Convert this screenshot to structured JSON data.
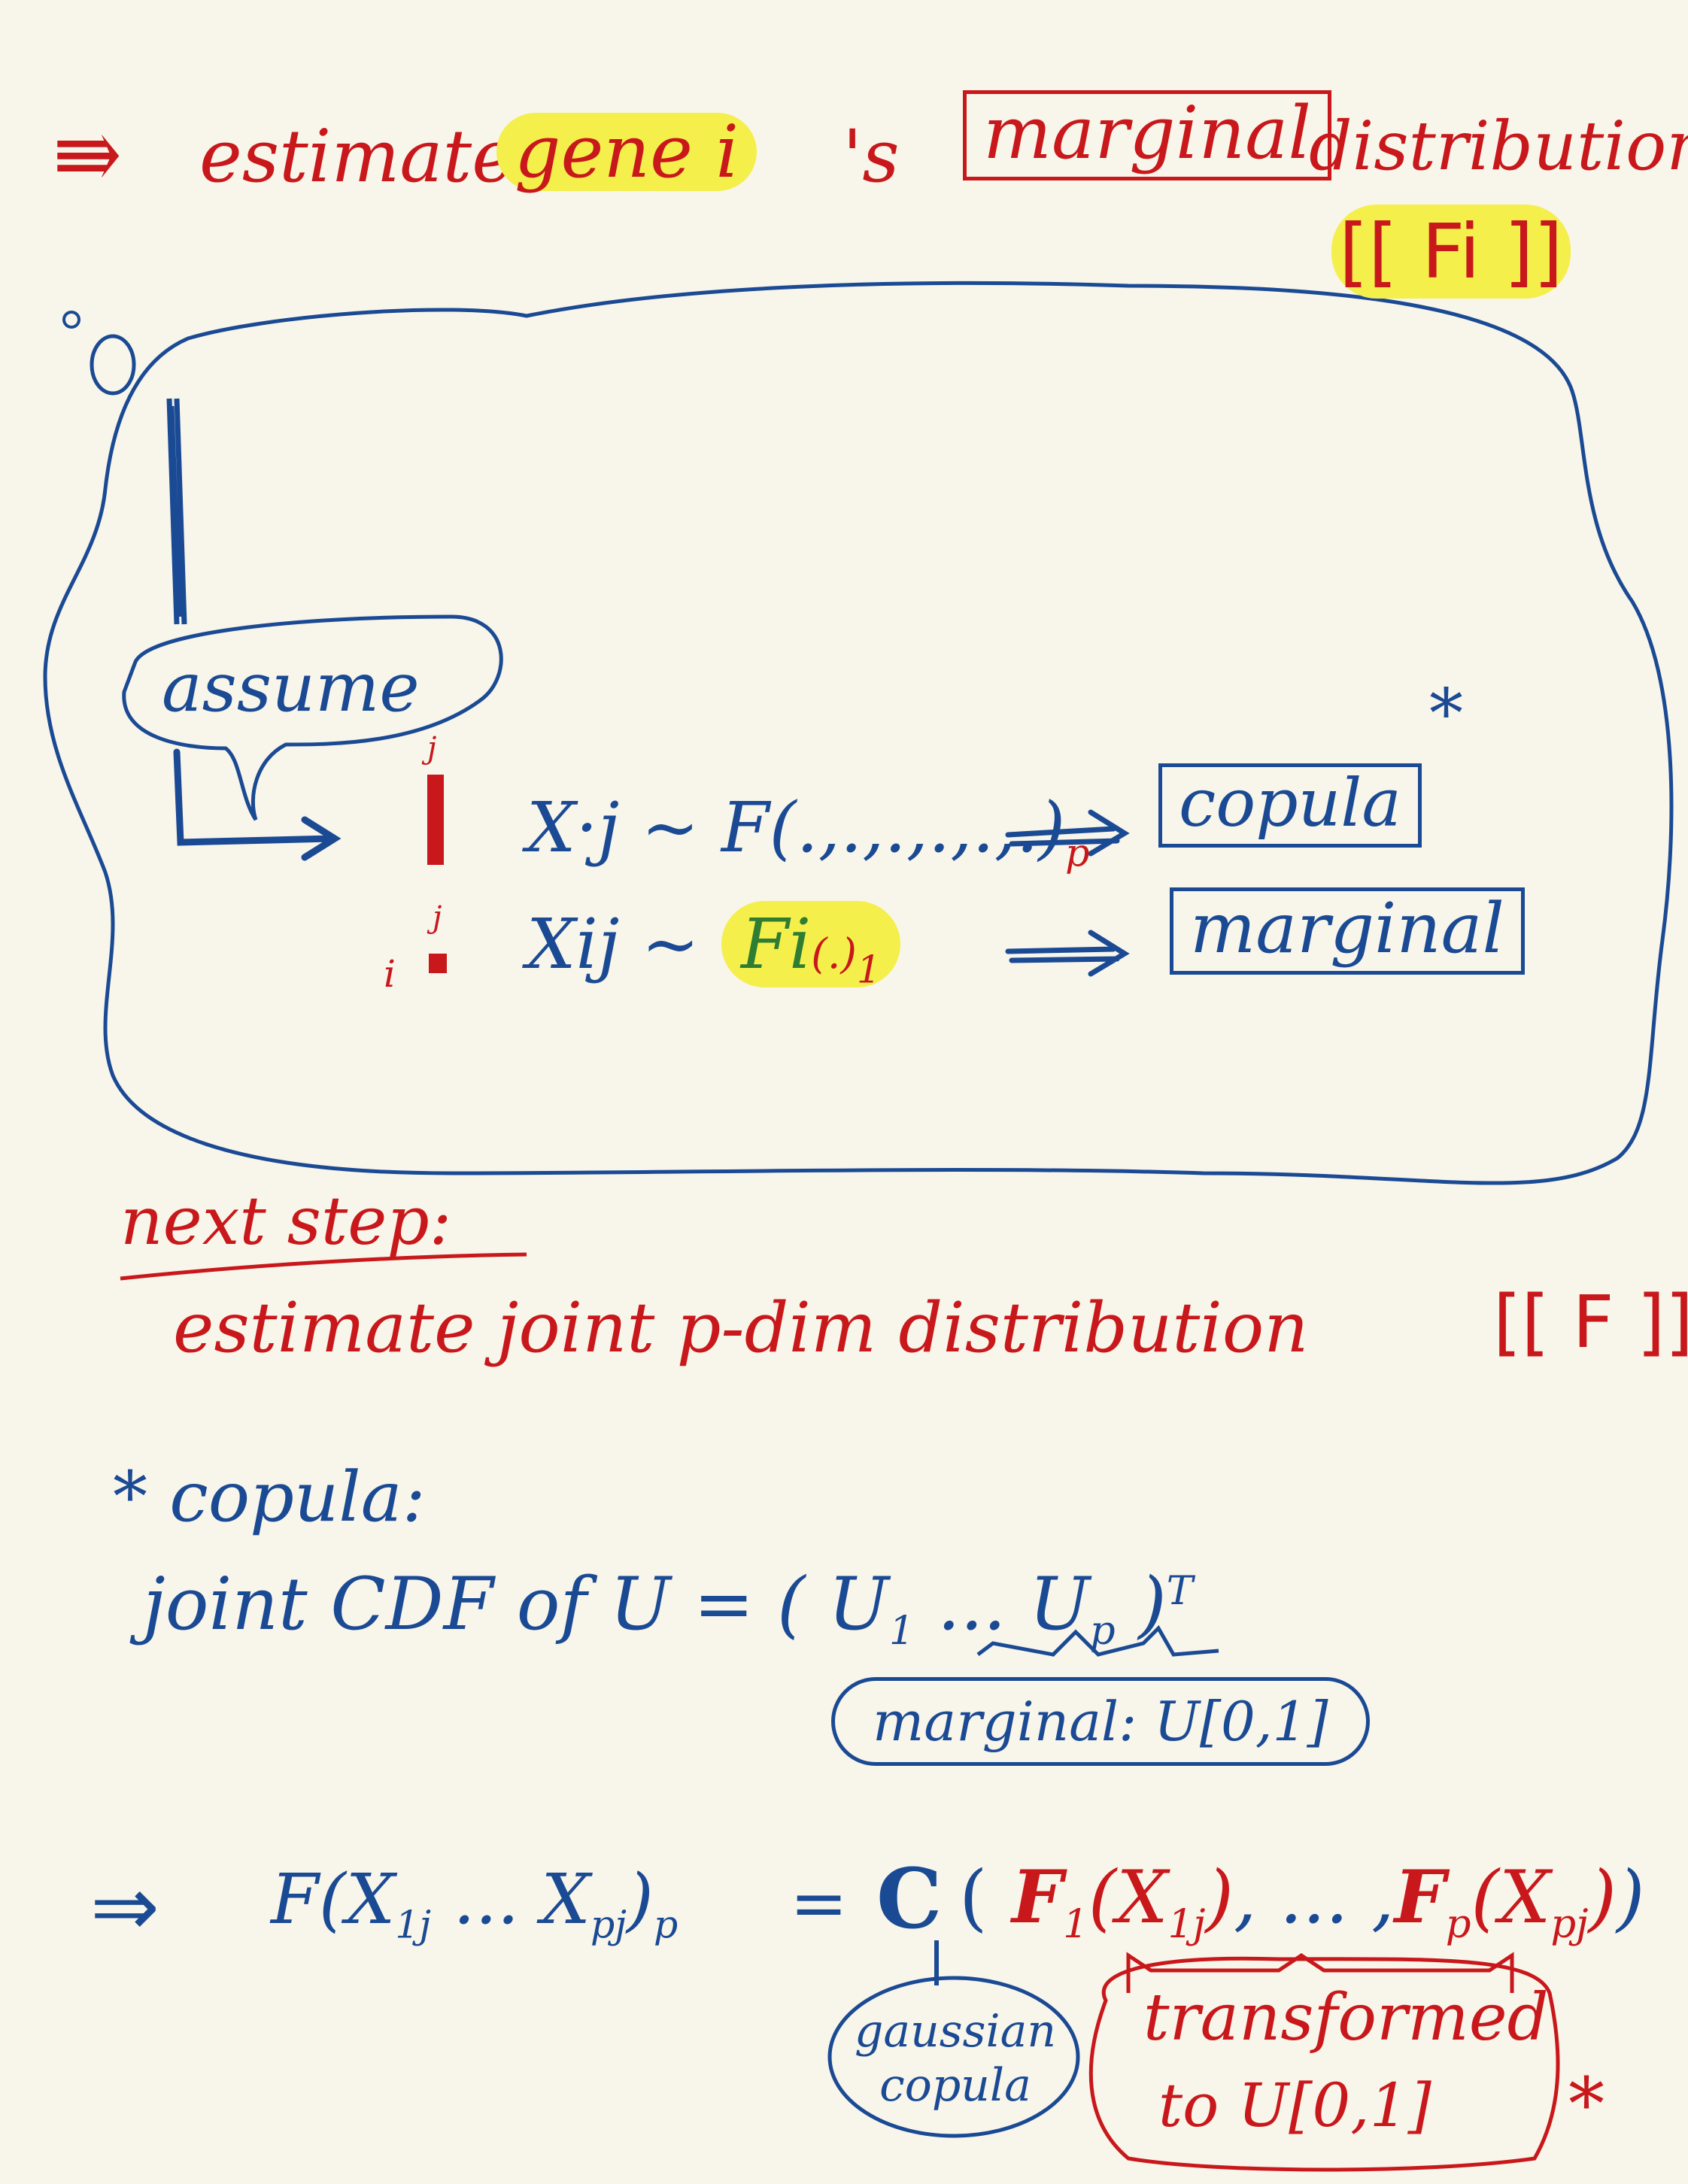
{
  "colors": {
    "red": "#c8181b",
    "blue": "#1b4a94",
    "highlight": "#f4ef4b",
    "green": "#2e7d32",
    "paper": "#f8f5ea"
  },
  "line1": {
    "arrow": "⇛",
    "estimate": "estimate",
    "gene_i": "gene i",
    "possessive": "'s",
    "marginal": "marginal",
    "distribution": "distribution",
    "Fi": "[[ Fi ]]"
  },
  "bubble": {
    "assume": "assume",
    "j_top1": "j",
    "j_top2": "j",
    "i_left": "i",
    "row1_formula": "X·j ~ F(.,.,.,.,.,.)",
    "row1_sub": "p",
    "row1_target": "copula",
    "row2_formula": "Xij ~ ",
    "row2_F": "Fi",
    "row2_rest": "(.)",
    "row2_sub": "1",
    "row2_target": "marginal",
    "star": "*"
  },
  "next_step": {
    "heading": "next step:",
    "text": "estimate joint p-dim distribution",
    "F_box": "[[ F ]]"
  },
  "copula_def": {
    "heading": "* copula:",
    "line": "joint CDF of U = ( U",
    "u1_sub": "1",
    "mid": " ... U",
    "up_sub": "p",
    "close": " )",
    "transpose": "T",
    "marginal_note": "marginal: U[0,1]"
  },
  "formula": {
    "arrow": "⇒",
    "lhs": "F(X",
    "lhs_sub1": "1j",
    "lhs_mid": " ... X",
    "lhs_sub2": "pj",
    "lhs_close": ")",
    "lhs_p": "p",
    "equals": "=",
    "C": "C",
    "open": "(",
    "F1": "F",
    "F1_sub": "1",
    "F1_arg": "(X",
    "F1_arg_sub": "1j",
    "F1_arg_close": ")",
    "dots": ", ... ,",
    "Fp": "F",
    "Fp_sub": "p",
    "Fp_arg": "(X",
    "Fp_arg_sub": "pj",
    "Fp_arg_close": ")",
    "close": ")",
    "gaussian_copula": "gaussian copula",
    "transformed": "transformed",
    "to_u": "to U[0,1]",
    "star": "*"
  }
}
